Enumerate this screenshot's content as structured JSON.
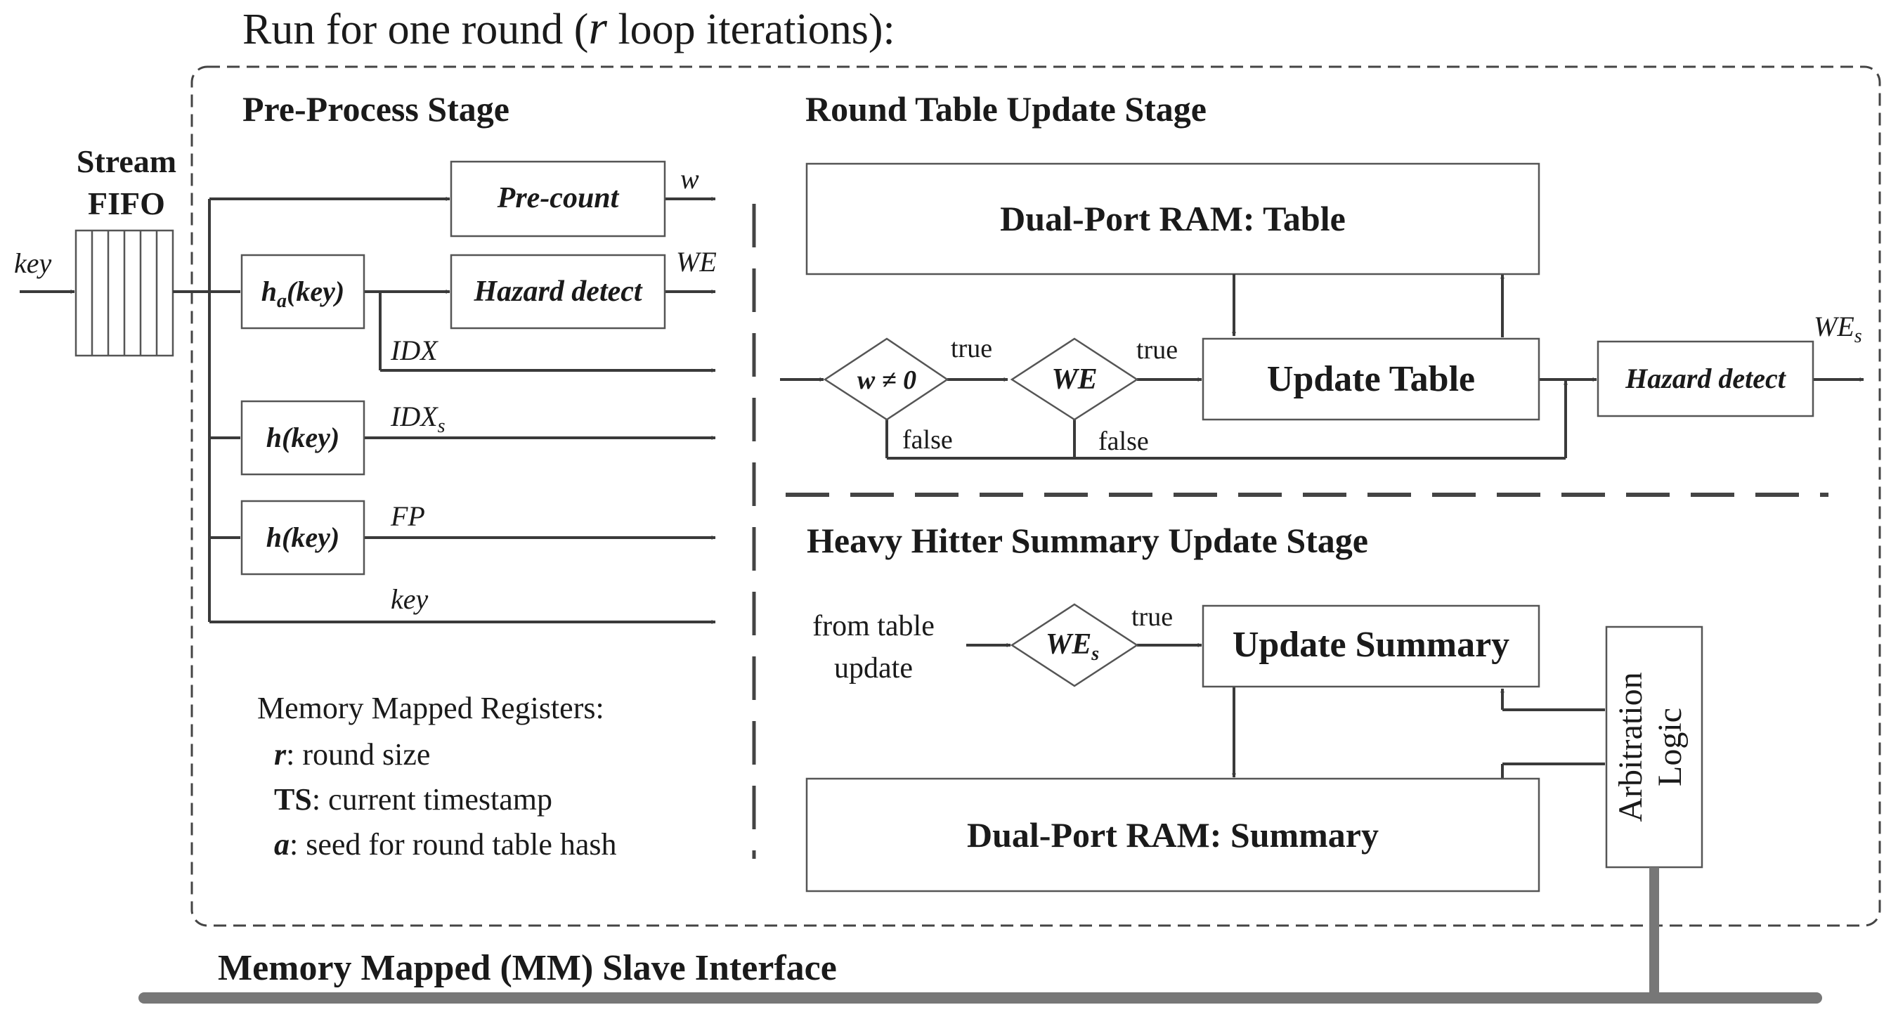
{
  "title": {
    "prefix": "Run for one round (",
    "var": "r",
    "suffix": " loop iterations):"
  },
  "stages": {
    "preprocess": "Pre-Process Stage",
    "round_table": "Round Table Update Stage",
    "heavy_hitter": "Heavy Hitter Summary Update Stage"
  },
  "fifo": {
    "line1": "Stream",
    "line2": "FIFO",
    "input": "key"
  },
  "pre": {
    "precount": "Pre-count",
    "ha_base": "h",
    "ha_sub": "a",
    "ha_arg": "(key)",
    "hazard": "Hazard detect",
    "h1": "h(key)",
    "h2": "h(key)"
  },
  "signals": {
    "w": "w",
    "we": "WE",
    "idx": "IDX",
    "idxs_base": "IDX",
    "idxs_sub": "s",
    "fp": "FP",
    "key": "key",
    "wes_base": "WE",
    "wes_sub": "s"
  },
  "round_table": {
    "ram": "Dual-Port RAM: Table",
    "cond_w": "w ≠ 0",
    "cond_we": "WE",
    "true1": "true",
    "true2": "true",
    "false1": "false",
    "false2": "false",
    "update": "Update Table",
    "hazard": "Hazard detect"
  },
  "heavy_hitter": {
    "from1": "from table",
    "from2": "update",
    "cond_base": "WE",
    "cond_sub": "s",
    "true": "true",
    "update": "Update Summary",
    "ram": "Dual-Port RAM: Summary",
    "arb1": "Arbitration",
    "arb2": "Logic"
  },
  "registers": {
    "heading": "Memory Mapped Registers:",
    "items": [
      {
        "name": "r",
        "desc": ": round size"
      },
      {
        "name": "TS",
        "desc": ": current timestamp"
      },
      {
        "name": "a",
        "desc": ": seed for round table hash"
      }
    ]
  },
  "bus": "Memory Mapped (MM) Slave Interface"
}
